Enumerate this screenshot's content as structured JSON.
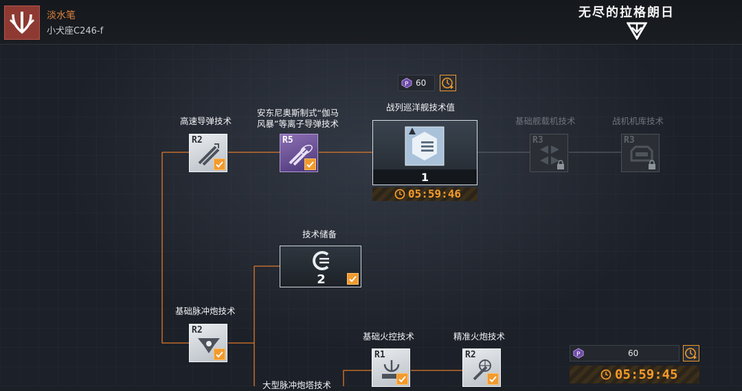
{
  "header": {
    "player_name": "淡水笔",
    "system_name": "小犬座C246-f",
    "game_title": "无尽的拉格朗日"
  },
  "colors": {
    "accent": "#f29a2e",
    "player_name": "#e0823a",
    "check": "#f29a2e",
    "purple_tile": "#6b519a",
    "faction_red": "#8e3a33"
  },
  "tech_tree": {
    "nodes": [
      {
        "id": "high-speed-missile",
        "label": "高速导弹技术",
        "rank": "R2",
        "icon": "missile-icon",
        "researched": true
      },
      {
        "id": "anderson-ion-missile",
        "label_line1": "安东尼奥斯制式“伽马",
        "label_line2": "风暴”等离子导弹技术",
        "rank": "R5",
        "icon": "ion-missile-icon",
        "researched": true
      },
      {
        "id": "battle-cruiser",
        "label": "战列巡洋舰技术值",
        "count": "1",
        "cost": "60",
        "timer": "05:59:46",
        "icon": "battlecruiser-icon"
      },
      {
        "id": "basic-carrier",
        "label": "基础舰载机技术",
        "rank": "R3",
        "icon": "aircraft-icon",
        "locked": true
      },
      {
        "id": "hangar",
        "label": "战机机库技术",
        "rank": "R3",
        "icon": "hangar-icon",
        "locked": true
      },
      {
        "id": "tech-reserve",
        "label": "技术储备",
        "count": "2",
        "icon": "reserve-icon",
        "researched": true
      },
      {
        "id": "basic-pulse-cannon",
        "label": "基础脉冲炮技术",
        "rank": "R2",
        "icon": "pulse-cannon-icon",
        "researched": true
      },
      {
        "id": "basic-fire-control",
        "label": "基础火控技术",
        "rank": "R1",
        "icon": "fire-control-icon",
        "researched": true
      },
      {
        "id": "precision-cannon",
        "label": "精准火炮技术",
        "rank": "R2",
        "icon": "precision-cannon-icon",
        "researched": true
      },
      {
        "id": "large-pulse-turret",
        "label": "大型脉冲炮塔技术"
      }
    ]
  },
  "research_queue": {
    "cost": "60",
    "timer": "05:59:45",
    "cost_icon": "tech-point-icon",
    "speedup_icon": "speedup-icon"
  }
}
